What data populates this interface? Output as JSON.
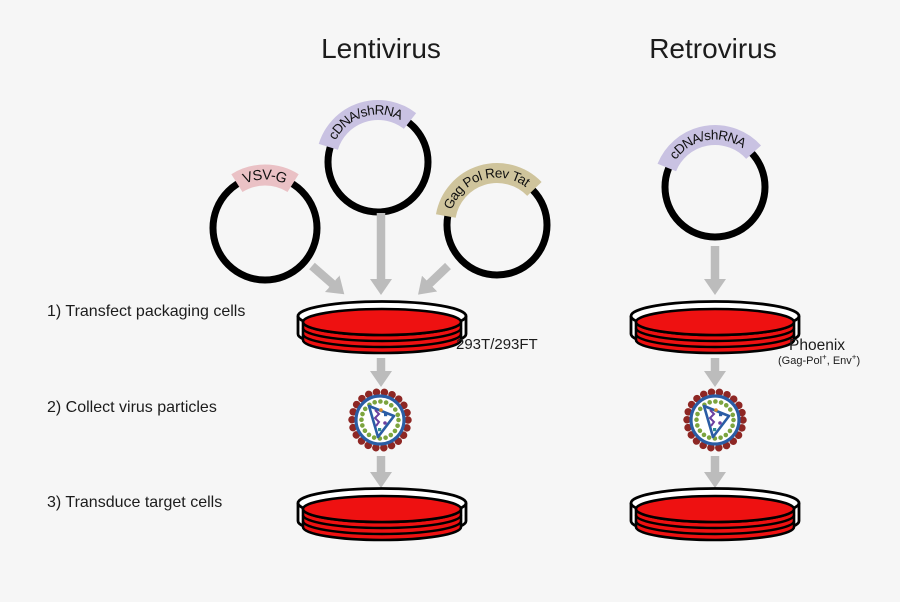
{
  "titles": {
    "left": "Lentivirus",
    "right": "Retrovirus"
  },
  "steps": [
    {
      "label": "1) Transfect packaging cells"
    },
    {
      "label": "2) Collect virus particles"
    },
    {
      "label": "3) Transduce target cells"
    }
  ],
  "plasmids": {
    "vsvg": {
      "label": "VSV-G",
      "band_color": "#eac1c5"
    },
    "lenti_cdna": {
      "label": "cDNA/shRNA",
      "band_color": "#c9c2e2"
    },
    "gagpol": {
      "label": "Gag Pol Rev Tat",
      "band_color": "#cfc49c"
    },
    "retro_cdna": {
      "label": "cDNA/shRNA",
      "band_color": "#c9c2e2"
    }
  },
  "cell_labels": {
    "left": "293T/293FT",
    "right": "Phoenix",
    "right_sub": {
      "p1": "(Gag-Pol",
      "s1": "+",
      "p2": ", Env",
      "s2": "+",
      "p3": ")"
    }
  },
  "colors": {
    "background": "#f6f6f6",
    "plasmid_ring": "#000000",
    "arrow": "#bcbcbc",
    "dish_red": "#ee1111",
    "dish_outline": "#000000",
    "dish_rim": "#ffffff",
    "virus_spike": "#8e2724",
    "virus_membrane": "#2a5da5",
    "virus_matrix": "#7ca43e",
    "virus_capsid": "#2a5da5",
    "virus_rna": "#6b3fa0",
    "speck_orange": "#d98c28",
    "speck_teal": "#2e8f8f",
    "speck_blue": "#2a5da5"
  }
}
